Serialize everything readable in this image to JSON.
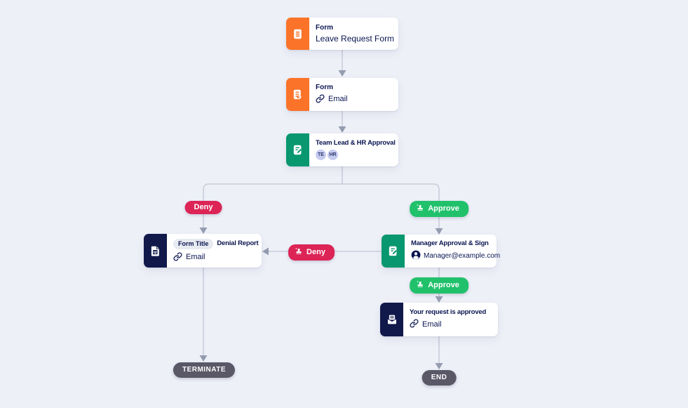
{
  "diagram": {
    "nodes": {
      "leave_request_form": {
        "type_label": "Form",
        "title": "Leave Request Form",
        "icon": "form-doc-icon"
      },
      "email_form": {
        "type_label": "Form",
        "link_label": "Email",
        "icon": "form-send-icon"
      },
      "team_lead_approval": {
        "title": "Team Lead & HR Approval",
        "badges": [
          "TE",
          "HR"
        ],
        "icon": "approval-sign-icon"
      },
      "denial_report": {
        "field_badge": "Form Title",
        "title": "Denial Report",
        "link_label": "Email",
        "icon": "report-doc-icon"
      },
      "manager_approval": {
        "title": "Manager Approval & Sign",
        "assignee": "Manager@example.com",
        "icon": "approval-sign-icon"
      },
      "approved_email": {
        "title": "Your request is approved",
        "link_label": "Email",
        "icon": "email-envelope-icon"
      }
    },
    "branch_labels": {
      "deny_left": {
        "label": "Deny"
      },
      "approve_right": {
        "label": "Approve",
        "icon": "stamp-icon"
      },
      "deny_middle": {
        "label": "Deny",
        "icon": "stamp-icon"
      },
      "approve_bottom": {
        "label": "Approve",
        "icon": "stamp-icon"
      }
    },
    "terminals": {
      "terminate_label": "TERMINATE",
      "end_label": "END"
    }
  },
  "colors": {
    "background": "#eef0f8",
    "card": "#ffffff",
    "orange": "#fa7329",
    "green_icon": "#08976f",
    "green_approve": "#21c16b",
    "red_deny": "#dc2456",
    "navy_text": "#0a1551",
    "navy_icon": "#10194a",
    "terminal_pill": "#5a5767",
    "connector_line": "#c9cdda",
    "arrowhead": "#959cb0",
    "badge_lavender": "#c6cbf0",
    "badge_gray": "#e8eaf1"
  }
}
